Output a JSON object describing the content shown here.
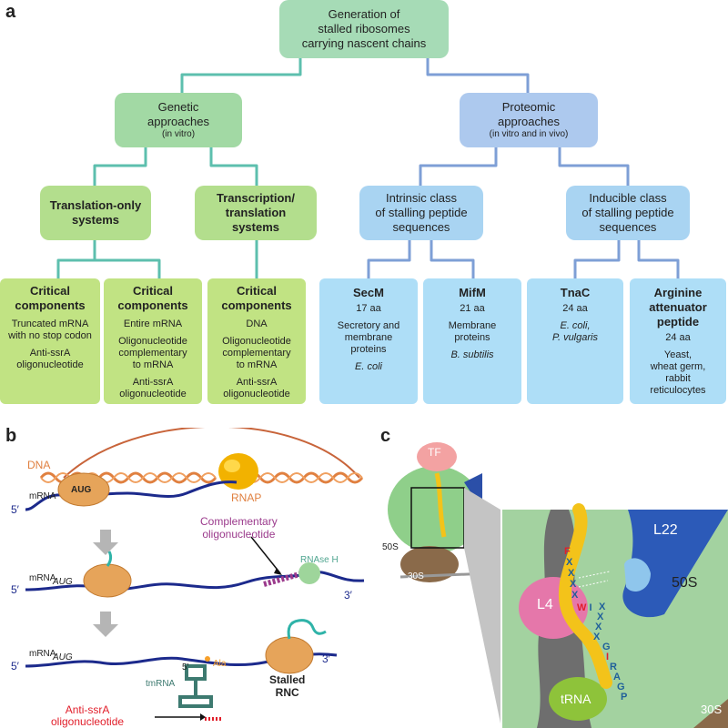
{
  "panels": {
    "a": "a",
    "b": "b",
    "c": "c"
  },
  "flowchart": {
    "root": [
      "Generation of",
      "stalled ribosomes",
      "carrying nascent chains"
    ],
    "genetic": {
      "title": [
        "Genetic",
        "approaches"
      ],
      "sub": "(in vitro)"
    },
    "proteomic": {
      "title": [
        "Proteomic",
        "approaches"
      ],
      "sub": "(in vitro and in vivo)"
    },
    "translation_only": [
      "Translation-only",
      "systems"
    ],
    "transcription_translation": [
      "Transcription/",
      "translation",
      "systems"
    ],
    "intrinsic": [
      "Intrinsic class",
      "of stalling peptide",
      "sequences"
    ],
    "inducible": [
      "Inducible class",
      "of stalling peptide",
      "sequences"
    ],
    "critical_title": [
      "Critical",
      "components"
    ],
    "leaf1": {
      "l1": [
        "Truncated mRNA",
        "with no stop codon"
      ],
      "l2": [
        "Anti-ssrA",
        "oligonucleotide"
      ]
    },
    "leaf2": {
      "l1": [
        "Entire mRNA"
      ],
      "l2": [
        "Oligonucleotide",
        "complementary",
        "to mRNA"
      ],
      "l3": [
        "Anti-ssrA",
        "oligonucleotide"
      ]
    },
    "leaf3": {
      "l1": [
        "DNA"
      ],
      "l2": [
        "Oligonucleotide",
        "complementary",
        "to mRNA"
      ],
      "l3": [
        "Anti-ssrA",
        "oligonucleotide"
      ]
    },
    "secm": {
      "name": "SecM",
      "len": "17 aa",
      "desc": [
        "Secretory and",
        "membrane",
        "proteins"
      ],
      "org": "E. coli"
    },
    "mifm": {
      "name": "MifM",
      "len": "21 aa",
      "desc": [
        "Membrane",
        "proteins"
      ],
      "org": "B. subtilis"
    },
    "tnac": {
      "name": "TnaC",
      "len": "24 aa",
      "org": [
        "E. coli,",
        "P. vulgaris"
      ]
    },
    "arg": {
      "name": [
        "Arginine",
        "attenuator",
        "peptide"
      ],
      "len": "24 aa",
      "org": [
        "Yeast,",
        "wheat germ,",
        "rabbit",
        "reticulocytes"
      ]
    }
  },
  "panel_b": {
    "dna": "DNA",
    "rnap": "RNAP",
    "mrna": "mRNA",
    "aug": "AUG",
    "five_prime": "5′",
    "three_prime": "3′",
    "complementary": [
      "Complementary",
      "oligonucleotide"
    ],
    "rnase_h": "RNAse H",
    "tmrna": "tmRNA",
    "ala": "Ala",
    "stalled_rnc": [
      "Stalled",
      "RNC"
    ],
    "anti_ssra": [
      "Anti-ssrA",
      "oligonucleotide"
    ]
  },
  "panel_c": {
    "tf": "TF",
    "s50": "50S",
    "s30": "30S",
    "l22": "L22",
    "l4": "L4",
    "trna": "tRNA",
    "seq1": [
      "F",
      "X",
      "X",
      "X",
      "X",
      "W",
      "I"
    ],
    "seq2": [
      "X",
      "X",
      "X",
      "X",
      "G",
      "I",
      "R",
      "A",
      "G",
      "P"
    ]
  },
  "colors": {
    "green_line": "#5dbfae",
    "blue_line": "#7e9fd6",
    "mrna": "#1c2a8c",
    "dna": "#e08040",
    "ribosome": "#e6a45a",
    "rnap": "#f2b200",
    "purple": "#9b3a8c",
    "red": "#e11e2a"
  }
}
